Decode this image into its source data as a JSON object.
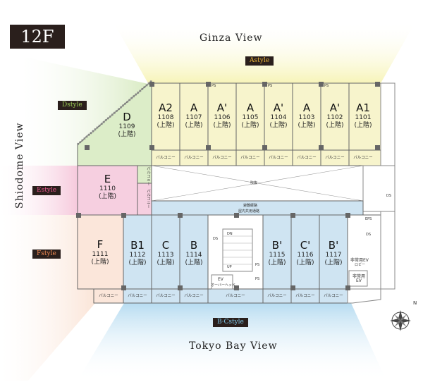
{
  "floor_label": "12F",
  "views": {
    "north": "Ginza View",
    "west": "Shiodome View",
    "south": "Tokyo Bay View"
  },
  "styles": {
    "a": {
      "label": "Astyle",
      "color": "#e8b23a"
    },
    "b": {
      "label": "B·Cstyle",
      "color": "#7ec8ea"
    },
    "d": {
      "label": "Dstyle",
      "color": "#9acb55"
    },
    "e": {
      "label": "Estyle",
      "color": "#e8578d"
    },
    "f": {
      "label": "Fstyle",
      "color": "#ef8a52"
    }
  },
  "colors": {
    "a_fill": "#f7f4cc",
    "bc_fill": "#cfe4f2",
    "d_fill": "#dcedc8",
    "e_fill": "#f6cfe0",
    "f_fill": "#fbe6da"
  },
  "units": {
    "d": {
      "type": "D",
      "number": "1109",
      "note": "(上階)"
    },
    "a2": {
      "type": "A2",
      "number": "1108",
      "note": "(上階)"
    },
    "a_1107": {
      "type": "A",
      "number": "1107",
      "note": "(上階)"
    },
    "ap_1106": {
      "type": "A'",
      "number": "1106",
      "note": "(上階)"
    },
    "a_1105": {
      "type": "A",
      "number": "1105",
      "note": "(上階)"
    },
    "ap_1104": {
      "type": "A'",
      "number": "1104",
      "note": "(上階)"
    },
    "a_1103": {
      "type": "A",
      "number": "1103",
      "note": "(上階)"
    },
    "ap_1102": {
      "type": "A'",
      "number": "1102",
      "note": "(上階)"
    },
    "a1": {
      "type": "A1",
      "number": "1101",
      "note": "(上階)"
    },
    "e": {
      "type": "E",
      "number": "1110",
      "note": "(上階)"
    },
    "f": {
      "type": "F",
      "number": "1111",
      "note": "(上階)"
    },
    "b1": {
      "type": "B1",
      "number": "1112",
      "note": "(上階)"
    },
    "c_1113": {
      "type": "C",
      "number": "1113",
      "note": "(上階)"
    },
    "b_1114": {
      "type": "B",
      "number": "1114",
      "note": "(上階)"
    },
    "bp_1115": {
      "type": "B'",
      "number": "1115",
      "note": "(上階)"
    },
    "cp_1116": {
      "type": "C'",
      "number": "1116",
      "note": "(上階)"
    },
    "bp_1117": {
      "type": "B'",
      "number": "1117",
      "note": "(上階)"
    }
  },
  "labels": {
    "balcony": "バルコニー",
    "void": "吹抜",
    "corridor": "避難経路",
    "corridor_sub": "屋内共用通路",
    "ev": "EV",
    "ev_sub": "オーバーヘッド",
    "emergency_ev": "非常用EV",
    "emergency_ev_sub": "ロビー",
    "emergency_ev2": "非常用",
    "emergency_ev2_sub": "EV",
    "ds": "DS",
    "ps": "PS",
    "eps": "EPS",
    "dn": "DN",
    "up": "UP",
    "compass": "N",
    "side_balcony": "バルコニー"
  }
}
